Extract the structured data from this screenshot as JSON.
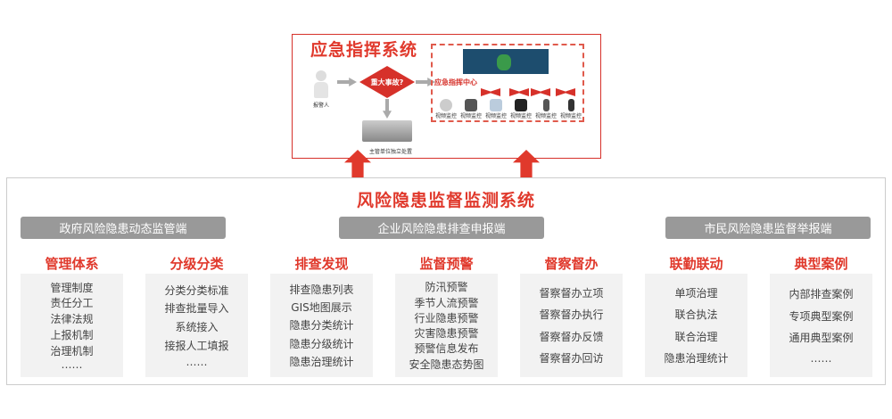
{
  "top_panel": {
    "title": "应急指挥系统",
    "reporter": "报警人",
    "decision": "重大事故?",
    "command_center": "应急指挥中心",
    "local_handling": "主管单位独立处置",
    "devices": [
      "视频监控",
      "视频监控",
      "视频监控",
      "视频监控",
      "视频监控",
      "视频监控"
    ]
  },
  "main_title": "风险隐患监督监测系统",
  "headers": [
    "政府风险隐患动态监管端",
    "企业风险隐患排查申报端",
    "市民风险隐患监督举报端"
  ],
  "columns": [
    {
      "title": "管理体系",
      "items": [
        "管理制度",
        "责任分工",
        "法律法规",
        "上报机制",
        "治理机制",
        "……"
      ]
    },
    {
      "title": "分级分类",
      "items": [
        "分类分类标准",
        "排查批量导入",
        "系统接入",
        "接报人工填报",
        "……"
      ]
    },
    {
      "title": "排查发现",
      "items": [
        "排查隐患列表",
        "GIS地图展示",
        "隐患分类统计",
        "隐患分级统计",
        "隐患治理统计"
      ]
    },
    {
      "title": "监督预警",
      "items": [
        "防汛预警",
        "季节人流预警",
        "行业隐患预警",
        "灾害隐患预警",
        "预警信息发布",
        "安全隐患态势图"
      ]
    },
    {
      "title": "督察督办",
      "items": [
        "督察督办立项",
        "督察督办执行",
        "督察督办反馈",
        "督察督办回访"
      ]
    },
    {
      "title": "联勤联动",
      "items": [
        "单项治理",
        "联合执法",
        "联合治理",
        "隐患治理统计"
      ]
    },
    {
      "title": "典型案例",
      "items": [
        "内部排查案例",
        "专项典型案例",
        "通用典型案例",
        "……"
      ]
    }
  ]
}
